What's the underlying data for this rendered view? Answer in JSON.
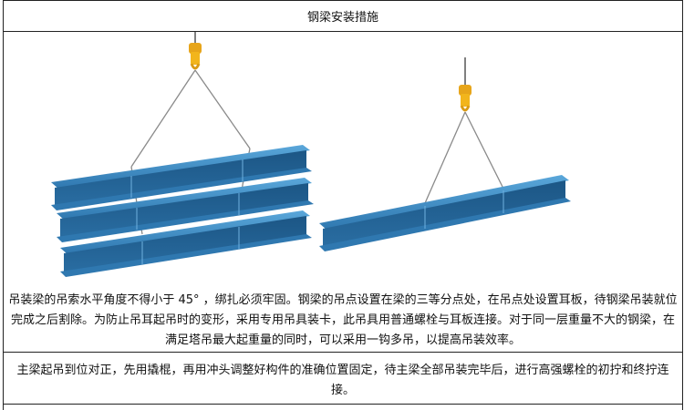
{
  "document": {
    "title": "钢梁安装措施",
    "paragraph_1": "吊装梁的吊索水平角度不得小于 45° ，绑扎必须牢固。钢梁的吊点设置在梁的三等分点处，在吊点处设置耳板，待钢梁吊装就位完成之后割除。为防止吊耳起吊时的变形，采用专用吊具装卡，此吊具用普通螺栓与耳板连接。对于同一层重量不大的钢梁，在满足塔吊最大起重量的同时，可以采用一钩多吊，以提高吊装效率。",
    "paragraph_2": "主梁起吊到位对正，先用撬棍，再用冲头调整好构件的准确位置固定，待主梁全部吊装完毕后，进行高强螺栓的初拧和终拧连接。"
  },
  "colors": {
    "beam_top": "#3f8fc6",
    "beam_web": "#1f5f93",
    "beam_bottom": "#2f78b0",
    "hook": "#f2b51c",
    "cable": "#8a8a8a"
  }
}
